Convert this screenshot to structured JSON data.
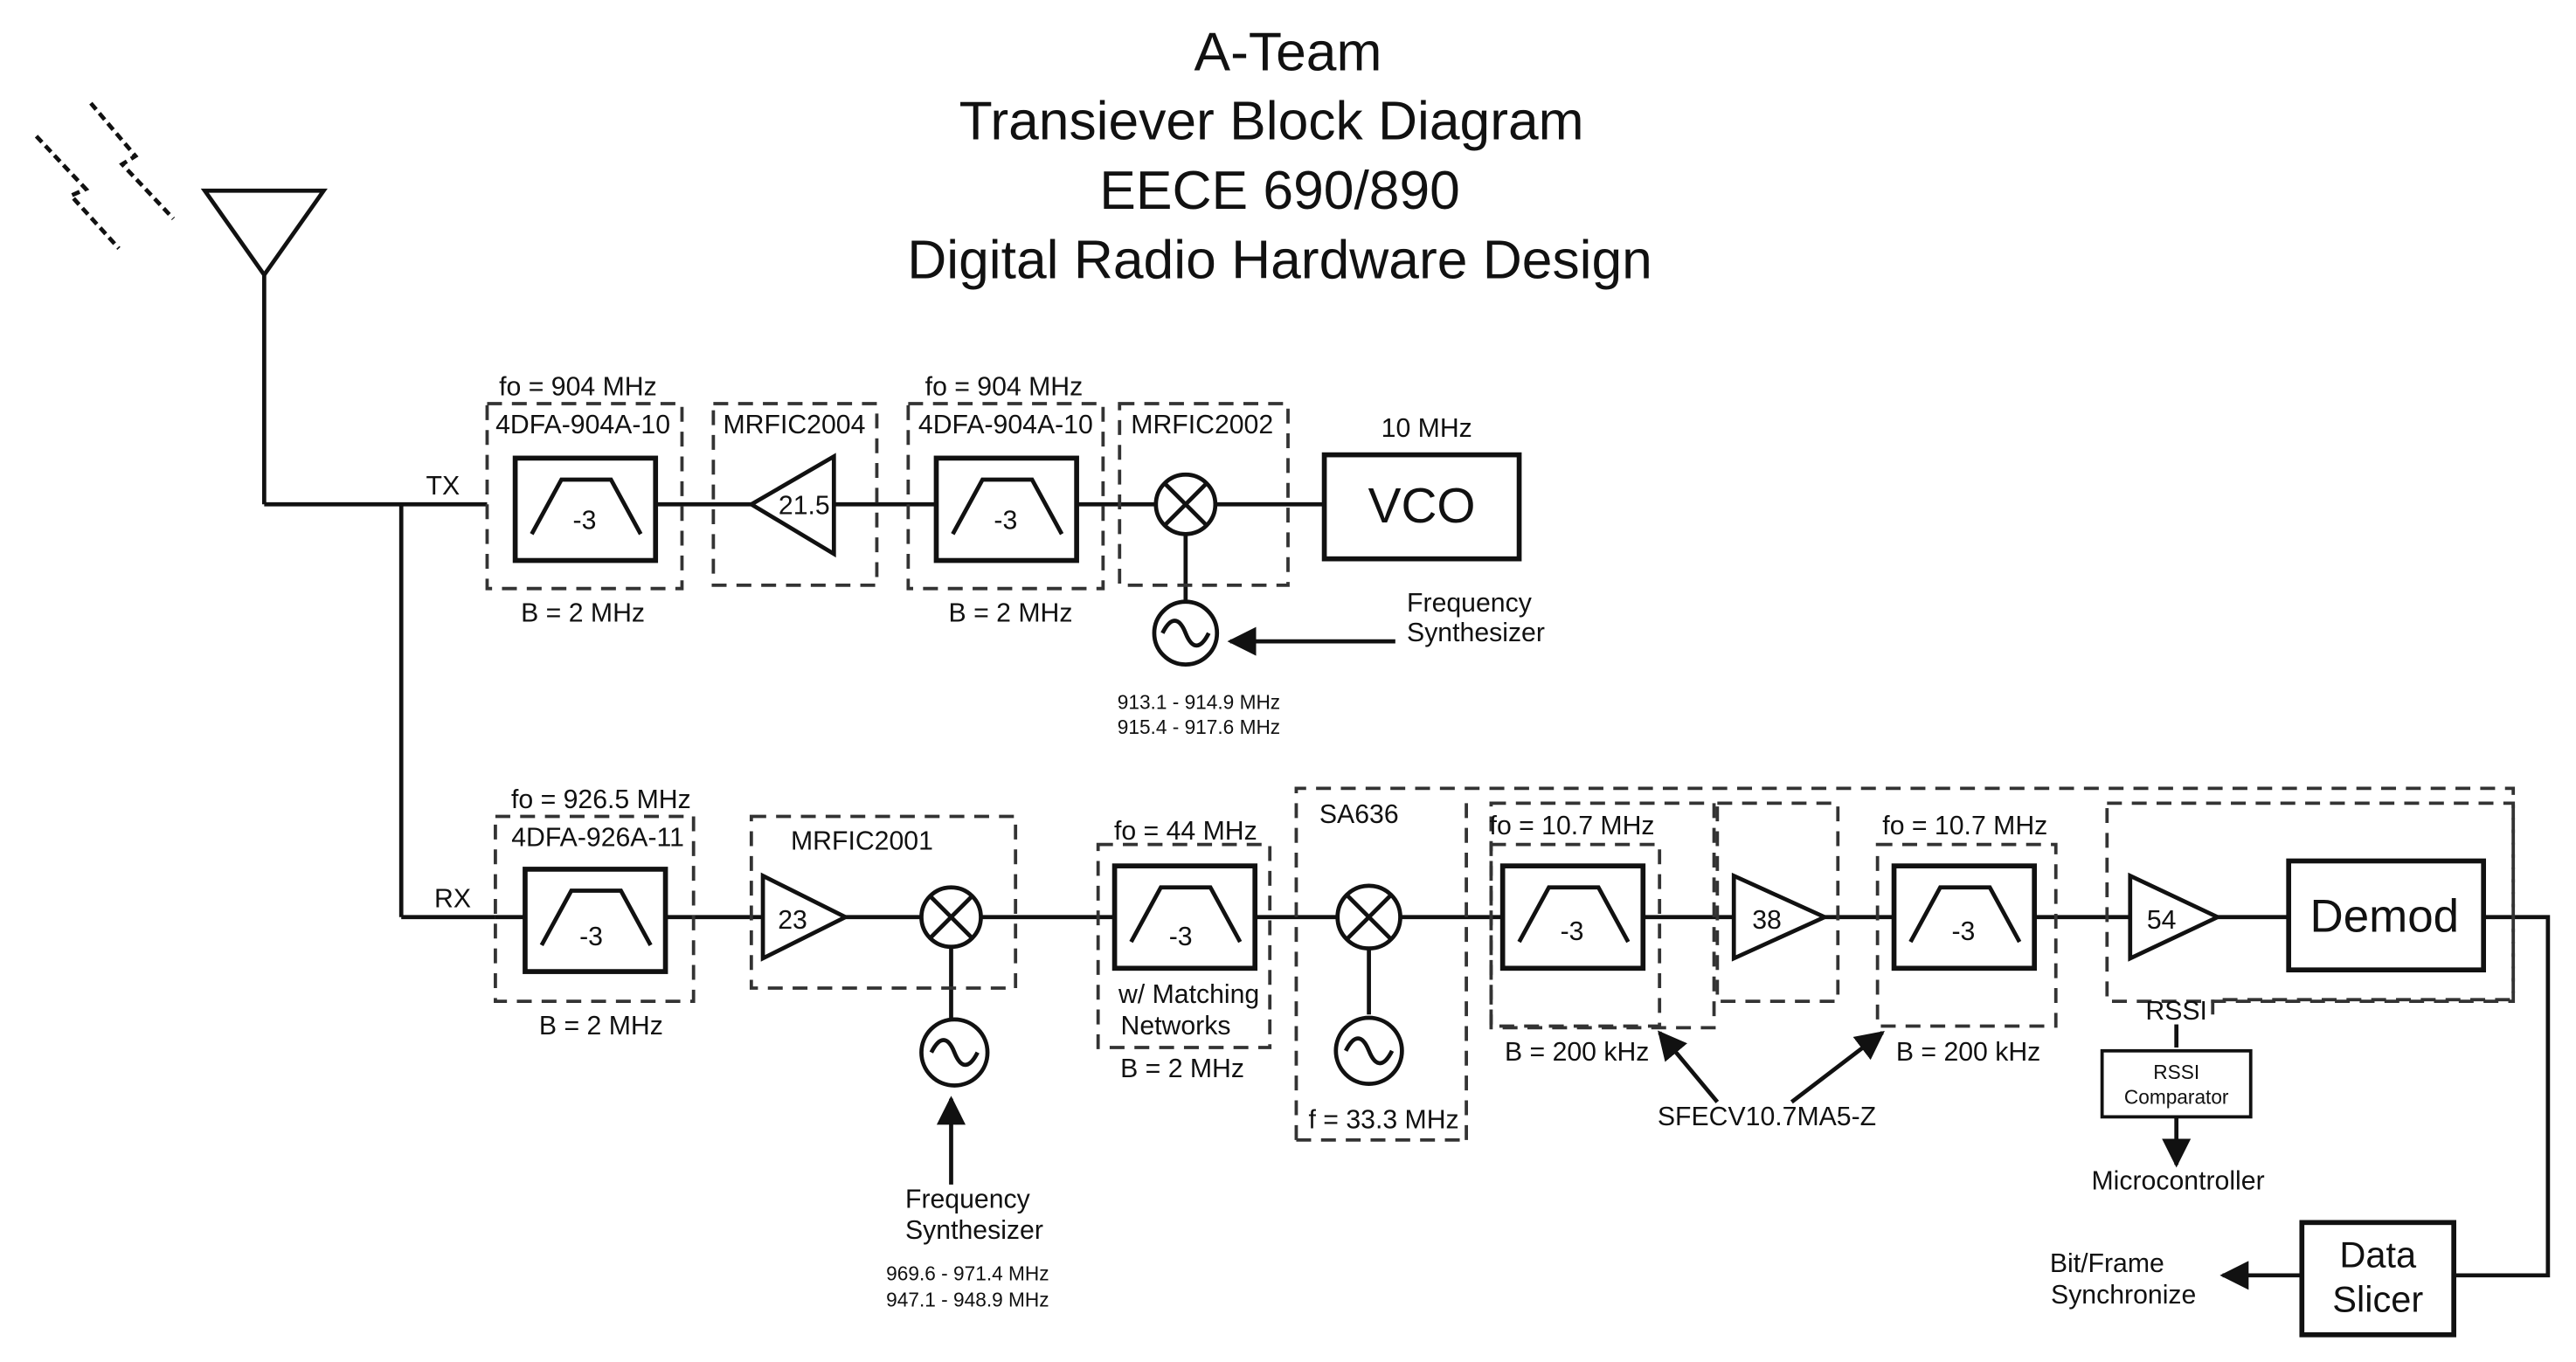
{
  "title": {
    "line1": "A-Team",
    "line2": "Transiever Block Diagram",
    "line3": "EECE 690/890",
    "line4": "Digital Radio Hardware Design"
  },
  "tx": {
    "label": "TX",
    "filter1": {
      "freq": "fo = 904 MHz",
      "part": "4DFA-904A-10",
      "value": "-3",
      "bandwidth": "B = 2 MHz"
    },
    "amp": {
      "part": "MRFIC2004",
      "gain": "21.5"
    },
    "filter2": {
      "freq": "fo = 904 MHz",
      "part": "4DFA-904A-10",
      "value": "-3",
      "bandwidth": "B = 2 MHz"
    },
    "mixer": {
      "part": "MRFIC2002"
    },
    "vco": {
      "freq": "10 MHz",
      "label": "VCO"
    },
    "synth": {
      "label1": "Frequency",
      "label2": "Synthesizer",
      "range1": "913.1 - 914.9 MHz",
      "range2": "915.4 - 917.6 MHz"
    }
  },
  "rx": {
    "label": "RX",
    "filter1": {
      "freq": "fo = 926.5 MHz",
      "part": "4DFA-926A-11",
      "value": "-3",
      "bandwidth": "B = 2 MHz"
    },
    "lna": {
      "part": "MRFIC2001",
      "gain": "23"
    },
    "synth": {
      "label1": "Frequency",
      "label2": "Synthesizer",
      "range1": "969.6 - 971.4 MHz",
      "range2": "947.1 - 948.9 MHz"
    },
    "if_filter": {
      "freq": "fo = 44 MHz",
      "value": "-3",
      "note1": "w/ Matching",
      "note2": "Networks",
      "bandwidth": "B = 2 MHz"
    },
    "sa636": {
      "part": "SA636",
      "lo_freq": "f = 33.3 MHz"
    },
    "cf1": {
      "freq": "fo = 10.7 MHz",
      "value": "-3",
      "bandwidth": "B = 200 kHz"
    },
    "amp38": {
      "gain": "38"
    },
    "cf2": {
      "freq": "fo = 10.7 MHz",
      "value": "-3",
      "bandwidth": "B = 200 kHz"
    },
    "ceramic_part": "SFECV10.7MA5-Z",
    "amp54": {
      "gain": "54"
    },
    "demod": {
      "label": "Demod"
    },
    "rssi": {
      "label": "RSSI",
      "comparator1": "RSSI",
      "comparator2": "Comparator",
      "micro": "Microcontroller"
    },
    "slicer": {
      "label1": "Data",
      "label2": "Slicer"
    },
    "sync": {
      "label1": "Bit/Frame",
      "label2": "Synchronize"
    }
  }
}
